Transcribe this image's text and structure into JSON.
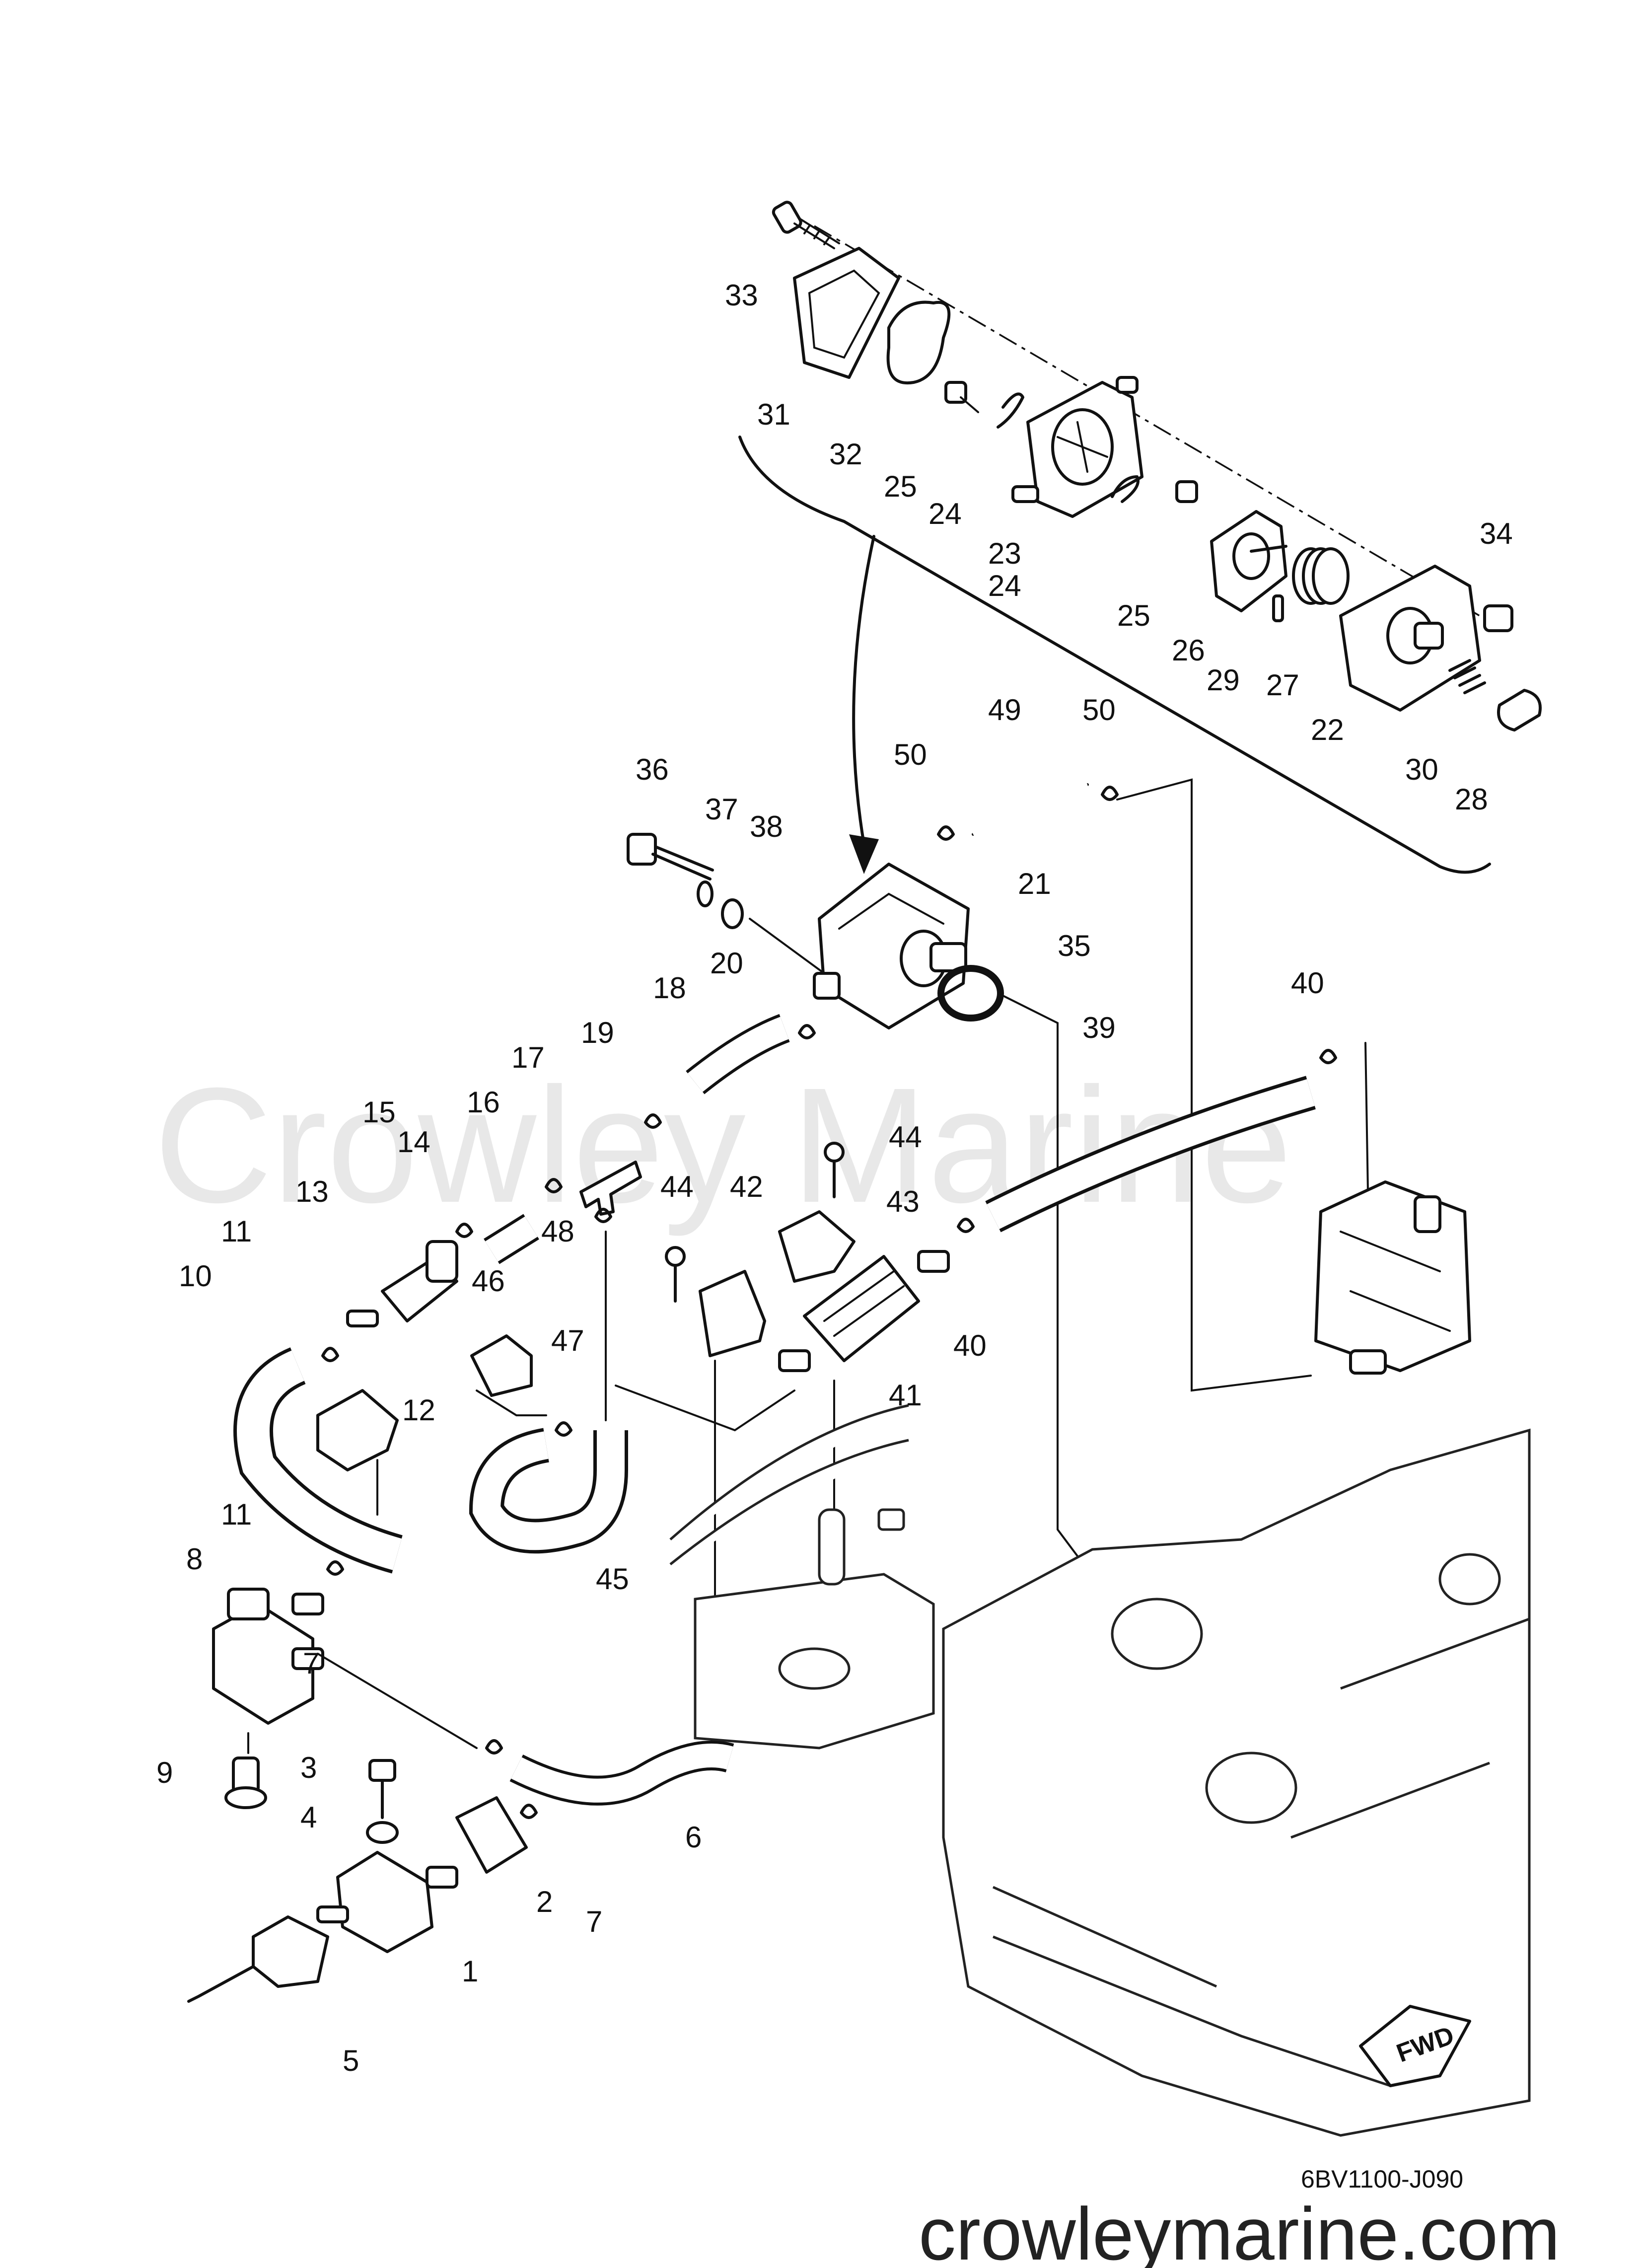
{
  "watermark": "Crowley Marine",
  "website": "crowleymarine.com",
  "drawing_code": "6BV1100-J090",
  "fwd_label": "FWD",
  "callouts": [
    {
      "n": "1"
    },
    {
      "n": "2"
    },
    {
      "n": "3"
    },
    {
      "n": "4"
    },
    {
      "n": "5"
    },
    {
      "n": "6"
    },
    {
      "n": "7"
    },
    {
      "n": "7"
    },
    {
      "n": "8"
    },
    {
      "n": "9"
    },
    {
      "n": "10"
    },
    {
      "n": "11"
    },
    {
      "n": "11"
    },
    {
      "n": "12"
    },
    {
      "n": "13"
    },
    {
      "n": "14"
    },
    {
      "n": "15"
    },
    {
      "n": "16"
    },
    {
      "n": "17"
    },
    {
      "n": "18"
    },
    {
      "n": "19"
    },
    {
      "n": "20"
    },
    {
      "n": "21"
    },
    {
      "n": "22"
    },
    {
      "n": "23"
    },
    {
      "n": "24"
    },
    {
      "n": "24"
    },
    {
      "n": "25"
    },
    {
      "n": "25"
    },
    {
      "n": "26"
    },
    {
      "n": "27"
    },
    {
      "n": "28"
    },
    {
      "n": "29"
    },
    {
      "n": "30"
    },
    {
      "n": "31"
    },
    {
      "n": "32"
    },
    {
      "n": "33"
    },
    {
      "n": "34"
    },
    {
      "n": "35"
    },
    {
      "n": "36"
    },
    {
      "n": "37"
    },
    {
      "n": "38"
    },
    {
      "n": "39"
    },
    {
      "n": "40"
    },
    {
      "n": "40"
    },
    {
      "n": "41"
    },
    {
      "n": "42"
    },
    {
      "n": "43"
    },
    {
      "n": "44"
    },
    {
      "n": "44"
    },
    {
      "n": "45"
    },
    {
      "n": "46"
    },
    {
      "n": "47"
    },
    {
      "n": "48"
    },
    {
      "n": "49"
    },
    {
      "n": "50"
    },
    {
      "n": "50"
    }
  ]
}
